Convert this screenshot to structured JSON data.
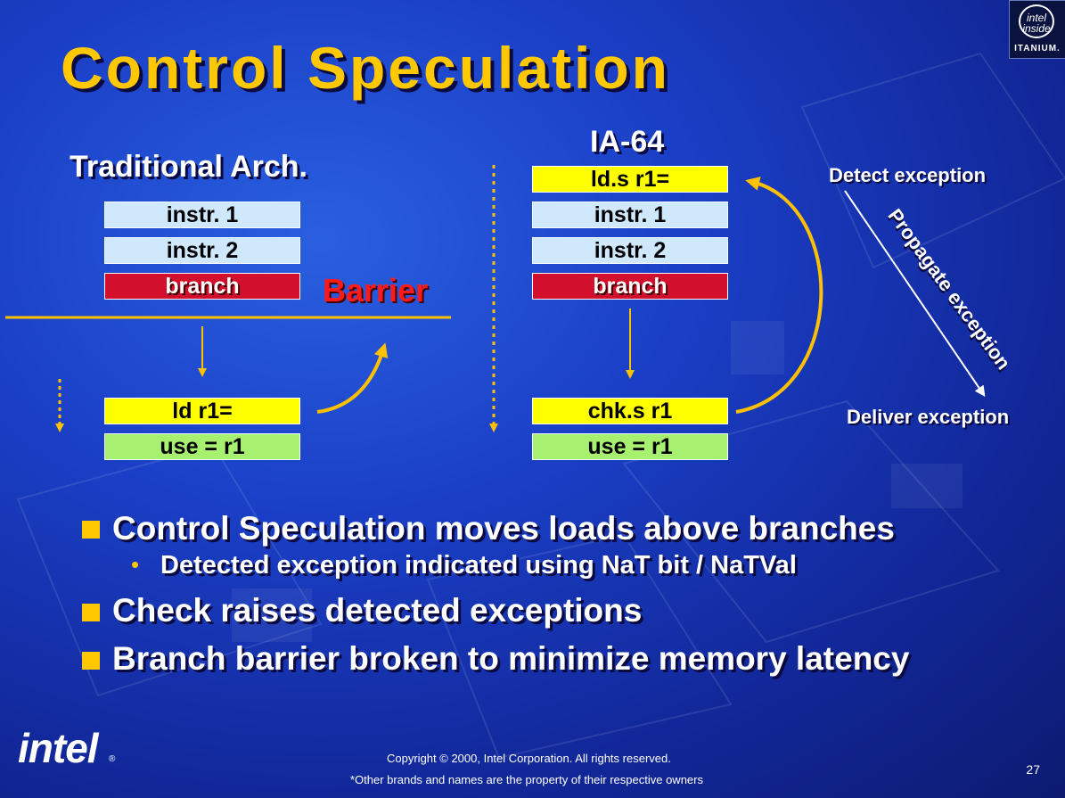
{
  "title": "Control Speculation",
  "traditional": {
    "heading": "Traditional Arch.",
    "boxes": [
      "instr. 1",
      "instr. 2",
      "branch",
      "ld r1=",
      "use = r1"
    ],
    "barrier": "Barrier"
  },
  "ia64": {
    "heading": "IA-64",
    "boxes": [
      "ld.s r1=",
      "instr. 1",
      "instr. 2",
      "branch",
      "chk.s r1",
      "use = r1"
    ],
    "detect": "Detect exception",
    "propagate": "Propagate exception",
    "deliver": "Deliver exception"
  },
  "bullets": [
    {
      "text": "Control Speculation moves loads above branches",
      "sub": "Detected exception indicated using NaT bit / NaTVal"
    },
    {
      "text": "Check raises detected exceptions"
    },
    {
      "text": "Branch barrier broken to minimize memory latency"
    }
  ],
  "footer": {
    "copyright": "Copyright © 2000, Intel Corporation. All rights reserved.",
    "brands": "*Other brands and names are the property of their respective owners",
    "page_number": "27",
    "logo": "intel",
    "badge_inside": "intel inside",
    "badge_product": "ITANIUM."
  },
  "colors": {
    "title": "#ffc800",
    "arrow": "#ffc000",
    "branch_box": "#d2102e",
    "load_box": "#ffff00",
    "use_box": "#a8f070",
    "instr_box": "#cfe8fb",
    "barrier_text": "#ff1a1a"
  }
}
